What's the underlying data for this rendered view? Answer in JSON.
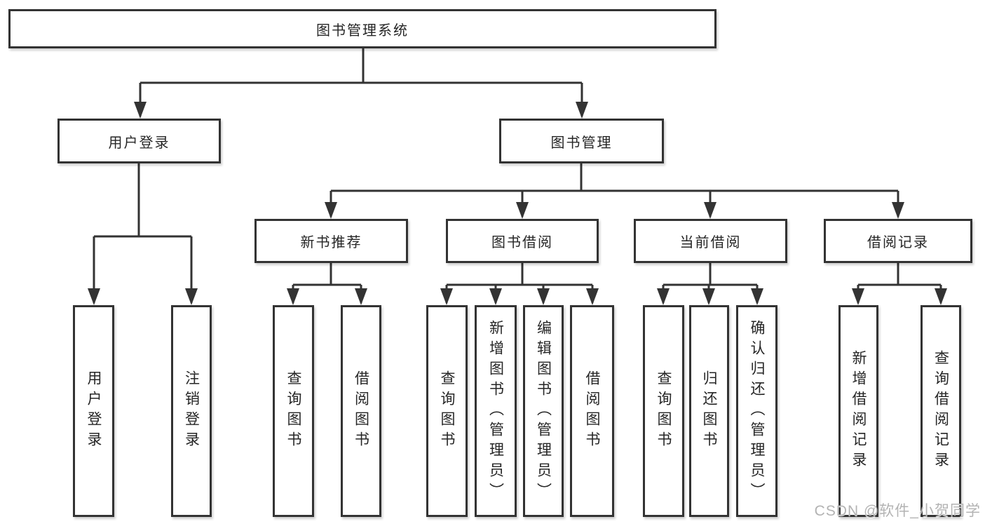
{
  "diagram": {
    "root": {
      "label": "图书管理系统"
    },
    "level2": [
      {
        "label": "用户登录"
      },
      {
        "label": "图书管理"
      }
    ],
    "level3": [
      {
        "label": "新书推荐"
      },
      {
        "label": "图书借阅"
      },
      {
        "label": "当前借阅"
      },
      {
        "label": "借阅记录"
      }
    ],
    "leaves": {
      "user_login": [
        "用户登录",
        "注销登录"
      ],
      "new_book": [
        "查询图书",
        "借阅图书"
      ],
      "book_borrow": [
        "查询图书",
        "新增图书（管理员）",
        "编辑图书（管理员）",
        "借阅图书"
      ],
      "current_borrow": [
        "查询图书",
        "归还图书",
        "确认归还（管理员）"
      ],
      "borrow_record": [
        "新增借阅记录",
        "查询借阅记录"
      ]
    }
  },
  "watermark": "CSDN @软件_小贺同学",
  "colors": {
    "line": "#333333",
    "border": "#333333",
    "text": "#262626",
    "watermark": "#b3b3b3",
    "background": "#ffffff"
  }
}
